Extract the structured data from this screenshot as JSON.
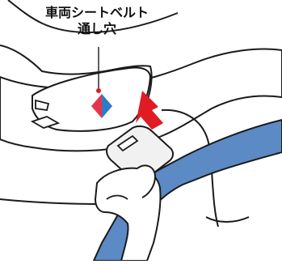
{
  "callout": {
    "line1": "車両シートベルト",
    "line2": "通し穴"
  },
  "colors": {
    "outline": "#1a1a1a",
    "belt": "#5b8ac5",
    "belt_shadow": "#4a73a8",
    "arrow": "#e01b24",
    "marker_red": "#e8344a",
    "marker_blue": "#2f7cc4",
    "fill_white": "#ffffff",
    "fill_gray": "#f1f1f1"
  },
  "icons": {
    "marker": "red-blue-diamond-marker",
    "arrow": "red-insert-arrow"
  }
}
